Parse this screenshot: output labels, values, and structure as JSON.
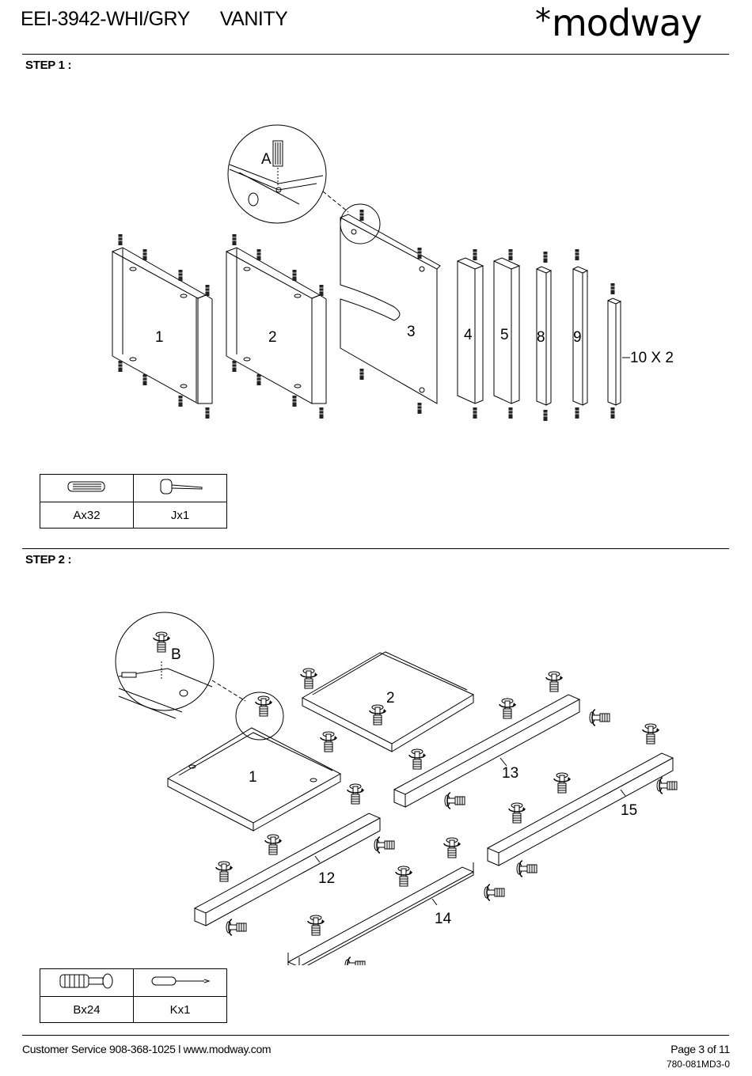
{
  "header": {
    "model": "EEI-3942-WHI/GRY",
    "product": "VANITY",
    "brand": "*modway"
  },
  "step1": {
    "label": "STEP 1 :",
    "callout_part": "A",
    "parts": [
      "1",
      "2",
      "3",
      "4",
      "5",
      "8",
      "9"
    ],
    "extra_part": "10 X 2",
    "hardware": [
      {
        "icon": "dowel-icon",
        "label": "Ax32"
      },
      {
        "icon": "mallet-icon",
        "label": "Jx1"
      }
    ]
  },
  "step2": {
    "label": "STEP 2 :",
    "callout_part": "B",
    "parts": [
      "2",
      "1",
      "13",
      "15",
      "12",
      "14"
    ],
    "hardware": [
      {
        "icon": "cam-bolt-icon",
        "label": "Bx24"
      },
      {
        "icon": "screwdriver-icon",
        "label": "Kx1"
      }
    ]
  },
  "footer": {
    "contact": "Customer Service 908-368-1025 l www.modway.com",
    "page": "Page 3 of 11",
    "doc_code": "780-081MD3-0"
  }
}
